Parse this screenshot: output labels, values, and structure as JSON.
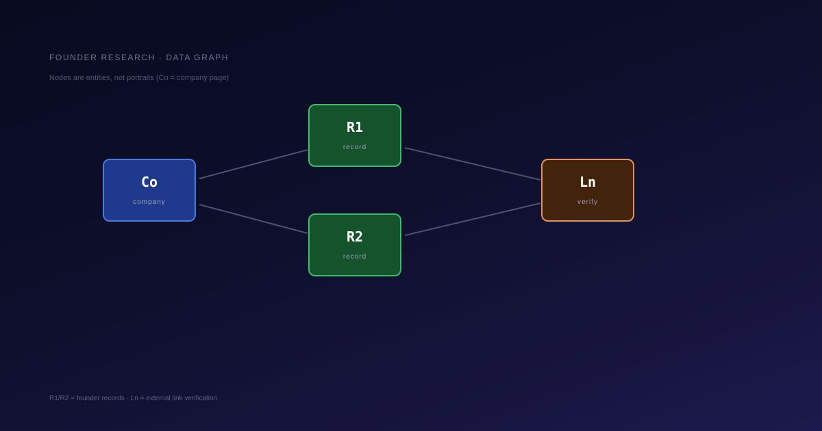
{
  "header": {
    "eyebrow": "FOUNDER RESEARCH · DATA GRAPH",
    "subtitle": "Nodes are entities, not portraits (Co = company page)"
  },
  "nodes": [
    {
      "id": "co",
      "label": "Co",
      "sub": "company"
    },
    {
      "id": "r1",
      "label": "R1",
      "sub": "record"
    },
    {
      "id": "r2",
      "label": "R2",
      "sub": "record"
    },
    {
      "id": "ln",
      "label": "Ln",
      "sub": "verify"
    }
  ],
  "edges": [
    {
      "from": "co",
      "to": "r1"
    },
    {
      "from": "co",
      "to": "r2"
    },
    {
      "from": "r1",
      "to": "ln"
    },
    {
      "from": "r2",
      "to": "ln"
    }
  ],
  "footer": {
    "legend": "R1/R2 = founder records · Ln = external link verification"
  },
  "colors": {
    "company": "#1f3a8c",
    "record": "#14532b",
    "verify": "#42240c",
    "edge": "#4a5173"
  }
}
